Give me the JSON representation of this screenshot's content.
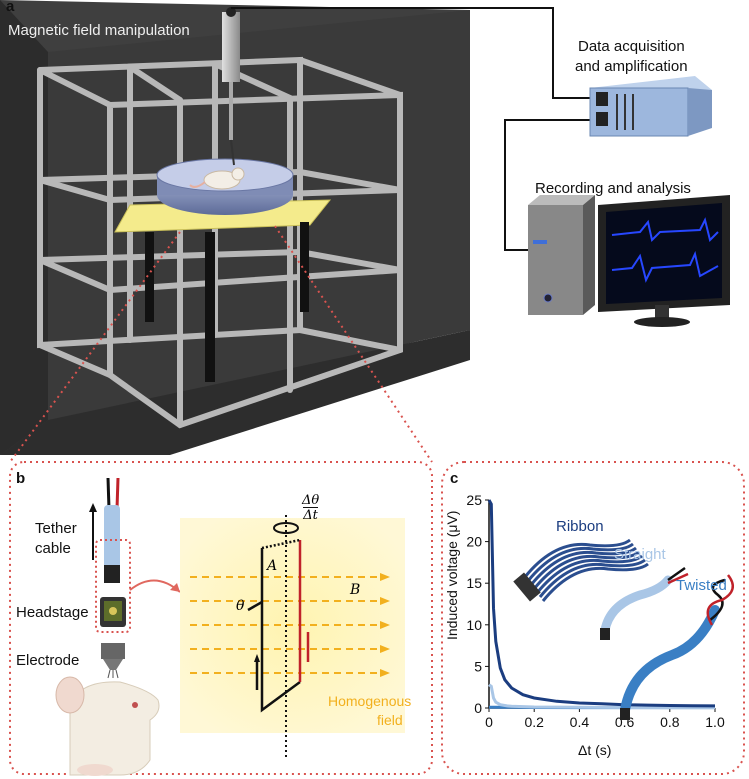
{
  "panel_a": {
    "label": "a",
    "magnetic_label": "Magnetic field manipulation",
    "daq_label_line1": "Data acquisition",
    "daq_label_line2": "and amplification",
    "recording_label": "Recording and analysis"
  },
  "panel_b": {
    "label": "b",
    "tether_line1": "Tether",
    "tether_line2": "cable",
    "headstage": "Headstage",
    "electrode": "Electrode",
    "field_line1": "Homogenous",
    "field_line2": "field",
    "colors": {
      "field": "#f2c230",
      "wire_red": "#c0222a"
    }
  },
  "panel_c": {
    "label": "c",
    "ribbon": "Ribbon",
    "straight": "Straight",
    "twisted": "Twisted",
    "colors": {
      "ribbon": "#1b3d80",
      "straight": "#a9c6e6",
      "twisted": "#3a7fc4"
    }
  },
  "chart_data": {
    "type": "line",
    "xlabel": "Δt (s)",
    "ylabel": "Induced voltage (μV)",
    "xlim": [
      0,
      1.0
    ],
    "ylim": [
      0,
      25
    ],
    "xticks": [
      "0",
      "0.2",
      "0.4",
      "0.6",
      "0.8",
      "1.0"
    ],
    "yticks": [
      "0",
      "5",
      "10",
      "15",
      "20",
      "25"
    ],
    "series": [
      {
        "name": "Ribbon",
        "x": [
          0.0,
          0.01,
          0.02,
          0.03,
          0.05,
          0.07,
          0.1,
          0.15,
          0.2,
          0.3,
          0.4,
          0.5,
          0.6,
          0.7,
          0.8,
          0.9,
          1.0
        ],
        "values": [
          25,
          24.5,
          12,
          8,
          4.8,
          3.4,
          2.4,
          1.6,
          1.2,
          0.8,
          0.6,
          0.5,
          0.4,
          0.35,
          0.3,
          0.27,
          0.25
        ]
      },
      {
        "name": "Straight",
        "x": [
          0.0,
          0.01,
          0.02,
          0.03,
          0.05,
          0.08,
          0.1,
          0.2,
          0.4,
          0.6,
          0.8,
          1.0
        ],
        "values": [
          2.8,
          2.6,
          1.2,
          0.7,
          0.4,
          0.25,
          0.2,
          0.12,
          0.08,
          0.06,
          0.05,
          0.05
        ]
      },
      {
        "name": "Twisted",
        "x": [
          0.0,
          0.1,
          0.2,
          0.4,
          0.6,
          0.8,
          1.0
        ],
        "values": [
          0.1,
          0.08,
          0.06,
          0.05,
          0.05,
          0.05,
          0.05
        ]
      }
    ]
  }
}
